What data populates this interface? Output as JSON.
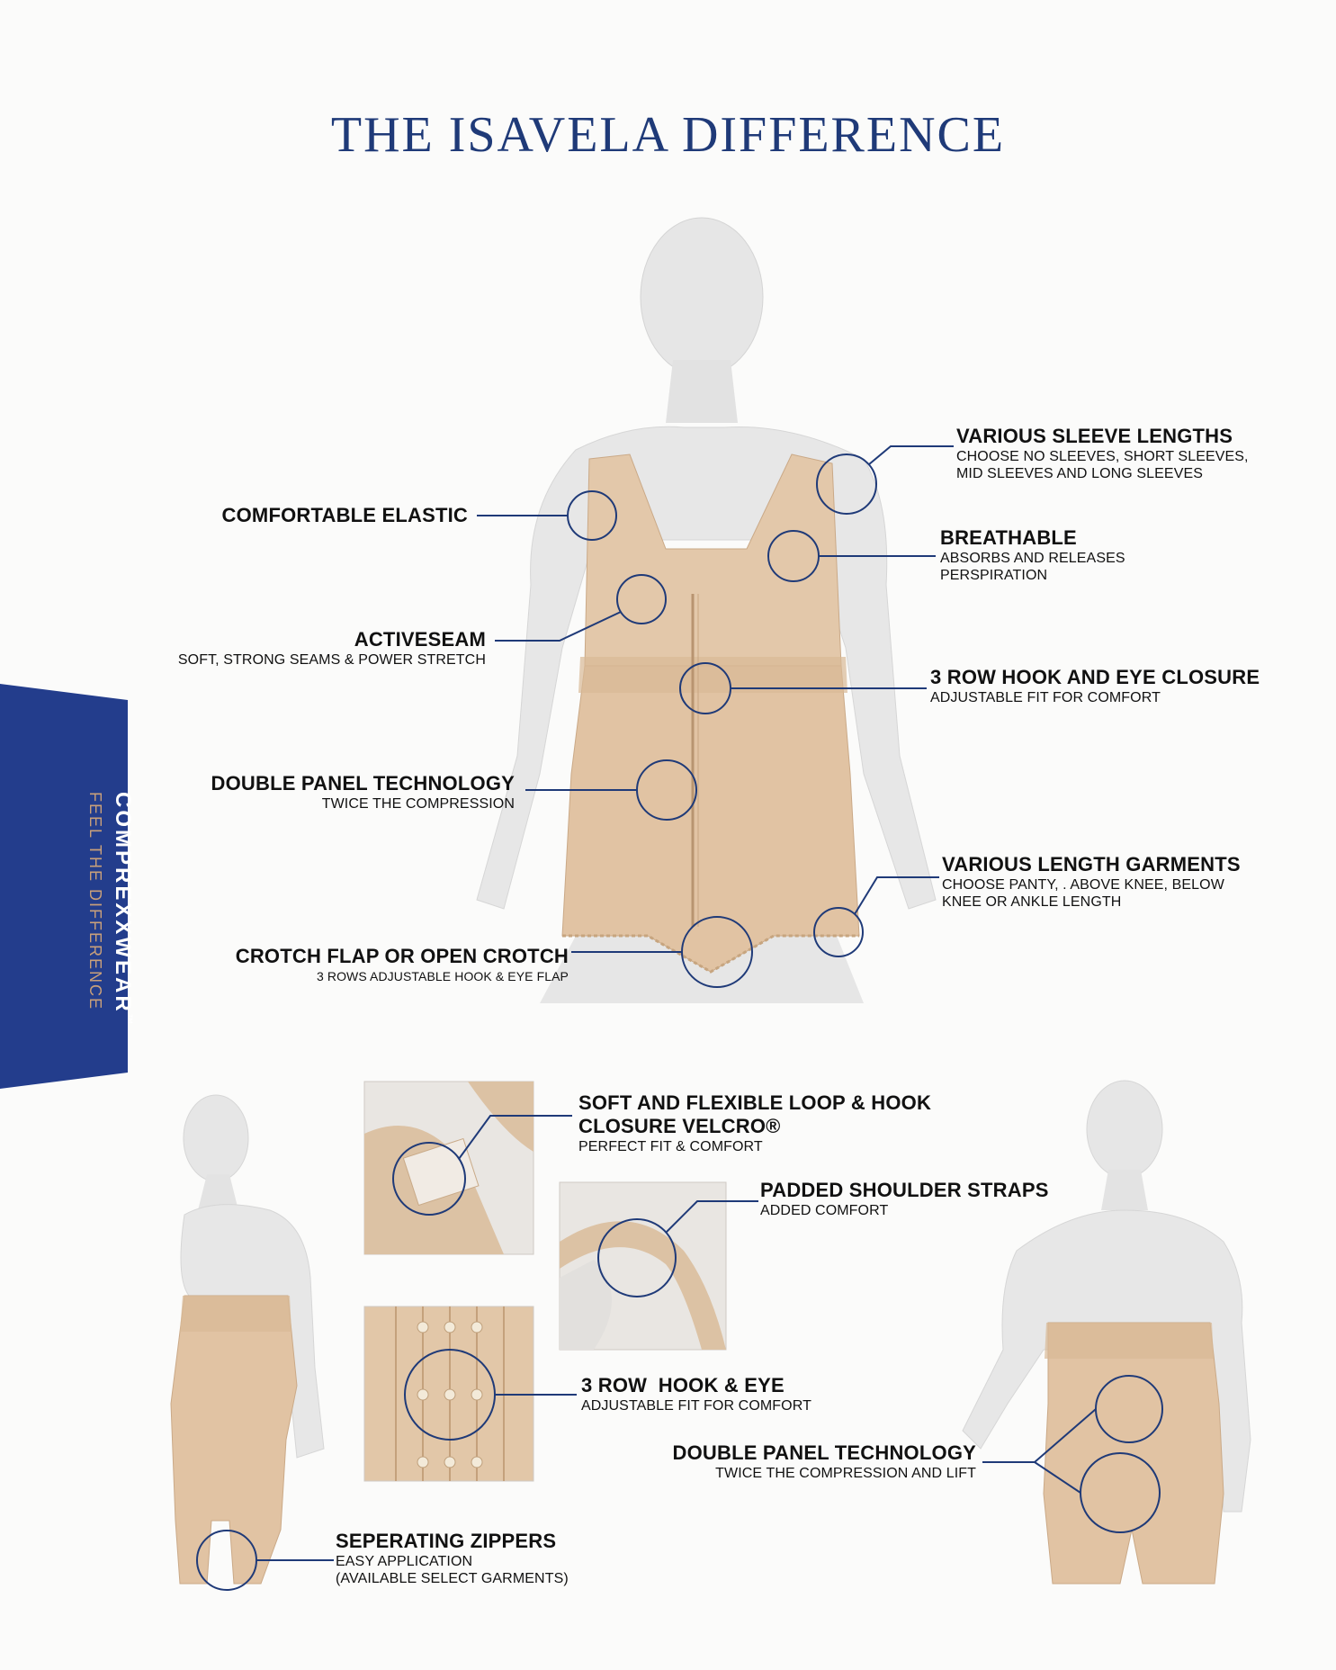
{
  "title": "THE ISAVELA DIFFERENCE",
  "brand": {
    "name": "COMPREXXWEAR",
    "trademark": "™",
    "tagline": "FEEL THE DIFFERENCE"
  },
  "colors": {
    "navy": "#1f3a78",
    "tab": "#233d8c",
    "garment": "#e3c8aa",
    "mannequin": "#e6e6e6"
  },
  "callouts": {
    "sleeve": {
      "heading": "VARIOUS SLEEVE LENGTHS",
      "line1": "CHOOSE NO SLEEVES, SHORT SLEEVES,",
      "line2": "MID SLEEVES AND LONG SLEEVES"
    },
    "elastic": {
      "heading": "COMFORTABLE ELASTIC"
    },
    "breathable": {
      "heading": "BREATHABLE",
      "line1": "ABSORBS AND RELEASES",
      "line2": "PERSPIRATION"
    },
    "activeseam": {
      "heading": "ACTIVESEAM",
      "line1": "SOFT, STRONG SEAMS & POWER STRETCH"
    },
    "hookeye": {
      "heading": "3 ROW HOOK AND EYE CLOSURE",
      "line1": "ADJUSTABLE FIT FOR COMFORT"
    },
    "doublepanel": {
      "heading": "DOUBLE PANEL TECHNOLOGY",
      "line1": "TWICE THE COMPRESSION"
    },
    "lengths": {
      "heading": "VARIOUS LENGTH GARMENTS",
      "line1": "CHOOSE PANTY, . ABOVE KNEE, BELOW",
      "line2": "KNEE OR ANKLE LENGTH"
    },
    "crotch": {
      "heading": "CROTCH FLAP OR OPEN CROTCH",
      "line1": "3 ROWS ADJUSTABLE HOOK & EYE FLAP"
    },
    "velcro": {
      "heading1": "SOFT AND FLEXIBLE LOOP & HOOK",
      "heading2": "CLOSURE VELCRO®",
      "line1": "PERFECT FIT & COMFORT"
    },
    "padded": {
      "heading": "PADDED SHOULDER STRAPS",
      "line1": "ADDED COMFORT"
    },
    "hookeye2": {
      "heading": "3 ROW  HOOK & EYE",
      "line1": "ADJUSTABLE FIT FOR COMFORT"
    },
    "doublepanel2": {
      "heading": "DOUBLE PANEL TECHNOLOGY",
      "line1": "TWICE THE COMPRESSION AND LIFT"
    },
    "zippers": {
      "heading": "SEPERATING ZIPPERS",
      "line1": "EASY APPLICATION",
      "line2": "(AVAILABLE SELECT GARMENTS)"
    }
  }
}
